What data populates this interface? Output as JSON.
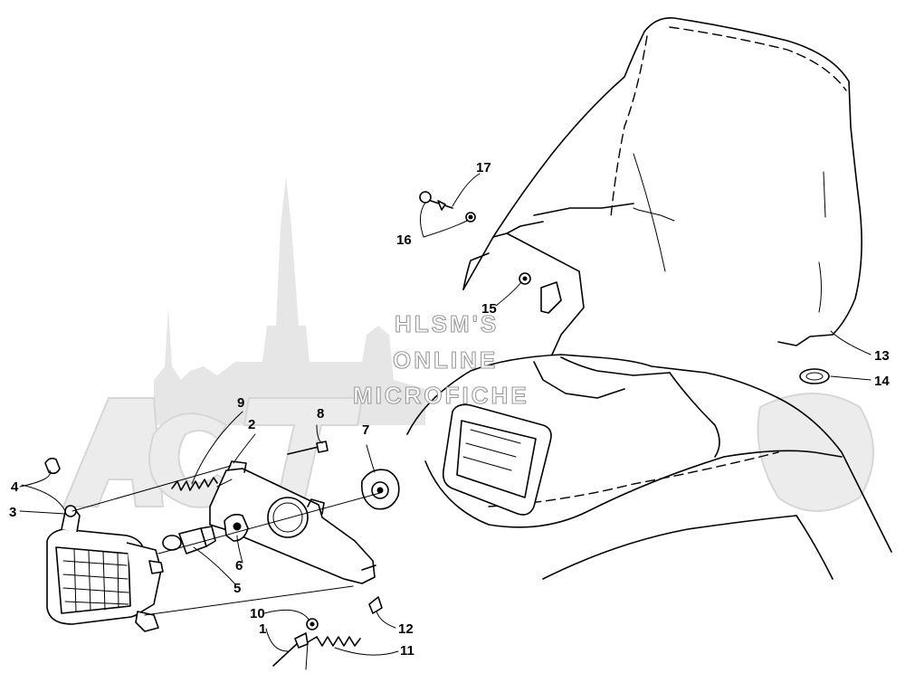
{
  "watermark": {
    "line1": "HLSM'S",
    "line2": "ONLINE",
    "line3": "MICROFICHE"
  },
  "callouts": [
    {
      "id": "c1",
      "text": "1"
    },
    {
      "id": "c2",
      "text": "2"
    },
    {
      "id": "c3",
      "text": "3"
    },
    {
      "id": "c4",
      "text": "4"
    },
    {
      "id": "c5",
      "text": "5"
    },
    {
      "id": "c6",
      "text": "6"
    },
    {
      "id": "c7",
      "text": "7"
    },
    {
      "id": "c8",
      "text": "8"
    },
    {
      "id": "c9",
      "text": "9"
    },
    {
      "id": "c10",
      "text": "10"
    },
    {
      "id": "c11",
      "text": "11"
    },
    {
      "id": "c12",
      "text": "12"
    },
    {
      "id": "c13",
      "text": "13"
    },
    {
      "id": "c14",
      "text": "14"
    },
    {
      "id": "c15",
      "text": "15"
    },
    {
      "id": "c16",
      "text": "16"
    },
    {
      "id": "c17",
      "text": "17"
    }
  ]
}
